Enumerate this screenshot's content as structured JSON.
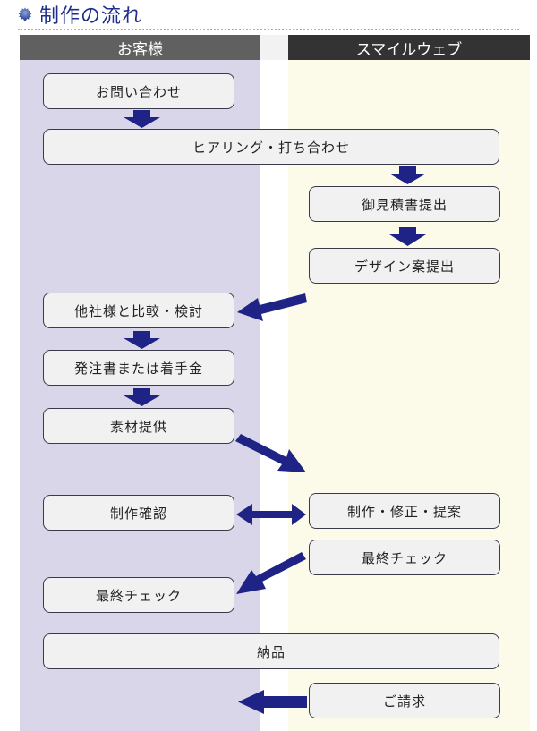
{
  "title": {
    "text": "制作の流れ",
    "icon": "gear-bullet-icon"
  },
  "lanes": {
    "customer": "お客様",
    "company": "スマイルウェブ"
  },
  "steps": [
    {
      "id": "inquiry",
      "label": "お問い合わせ",
      "lane": "customer"
    },
    {
      "id": "hearing",
      "label": "ヒアリング・打ち合わせ",
      "lane": "both"
    },
    {
      "id": "estimate",
      "label": "御見積書提出",
      "lane": "company"
    },
    {
      "id": "design",
      "label": "デザイン案提出",
      "lane": "company"
    },
    {
      "id": "compare",
      "label": "他社様と比較・検討",
      "lane": "customer"
    },
    {
      "id": "order",
      "label": "発注書または着手金",
      "lane": "customer"
    },
    {
      "id": "material",
      "label": "素材提供",
      "lane": "customer"
    },
    {
      "id": "confirm",
      "label": "制作確認",
      "lane": "customer"
    },
    {
      "id": "production",
      "label": "制作・修正・提案",
      "lane": "company"
    },
    {
      "id": "final_check_company",
      "label": "最終チェック",
      "lane": "company"
    },
    {
      "id": "final_check_customer",
      "label": "最終チェック",
      "lane": "customer"
    },
    {
      "id": "delivery",
      "label": "納品",
      "lane": "both"
    },
    {
      "id": "invoice",
      "label": "ご請求",
      "lane": "company"
    }
  ],
  "colors": {
    "arrow": "#1e2385",
    "title": "#1f2f8a",
    "customer_lane": "#d8d6e8",
    "company_lane": "#fcfbea"
  }
}
